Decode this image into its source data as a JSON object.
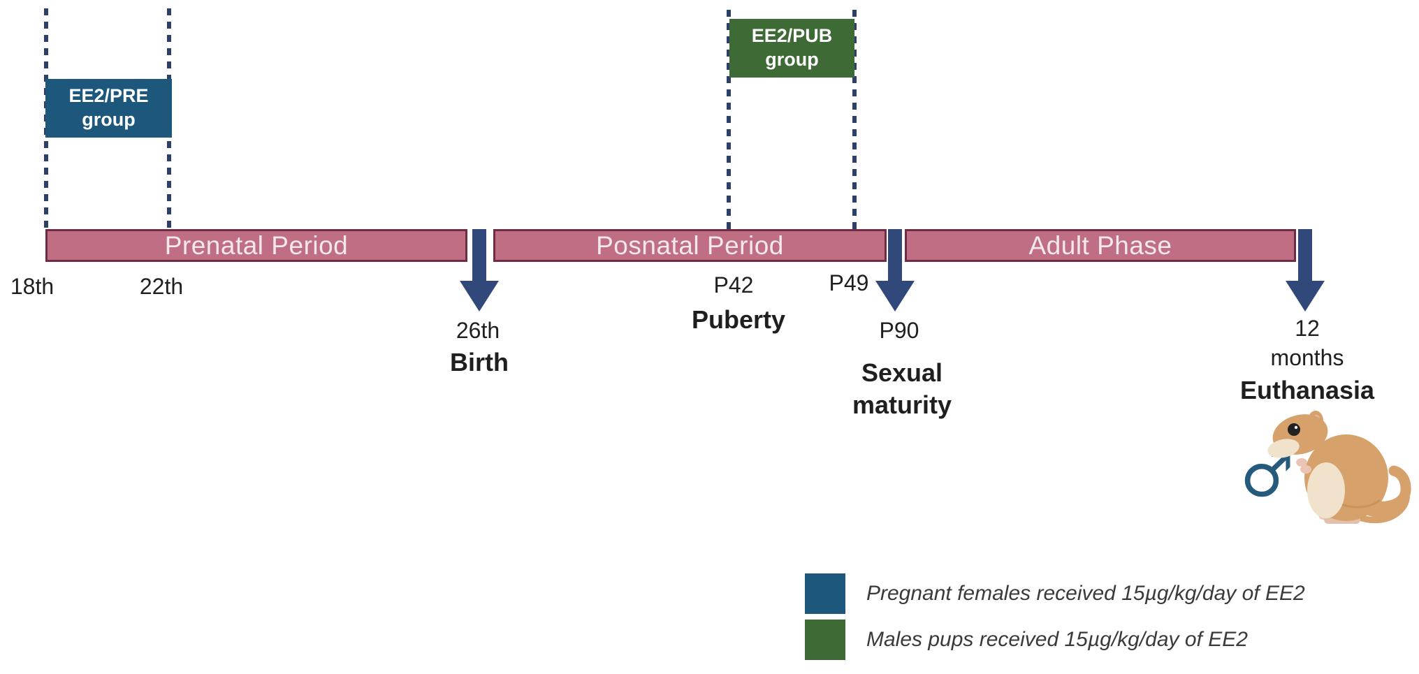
{
  "colors": {
    "navy_arrow": "#31497a",
    "dash_line": "#2c3f69",
    "bar_fill": "#c06e84",
    "bar_border": "#6e2d44",
    "blue_group": "#1d587c",
    "green_group": "#3e6b35",
    "legend_text": "#3a3a3a",
    "male_symbol": "#265a7c"
  },
  "exposure_boxes": [
    {
      "line1": "EE2/PRE",
      "line2": "group",
      "color": "#1d587c"
    },
    {
      "line1": "EE2/PUB",
      "line2": "group",
      "color": "#3e6b35"
    }
  ],
  "phase_bars": [
    {
      "label": "Prenatal Period"
    },
    {
      "label": "Posnatal Period"
    },
    {
      "label": "Adult Phase"
    }
  ],
  "timeline_labels": {
    "day18": "18th",
    "day22": "22th",
    "day26": "26th",
    "birth": "Birth",
    "p42": "P42",
    "puberty": "Puberty",
    "p49": "P49",
    "p90": "P90",
    "sexual_line1": "Sexual",
    "sexual_line2": "maturity",
    "twelve": "12",
    "months": "months",
    "euthanasia": "Euthanasia"
  },
  "male_symbol": "♂",
  "legend": [
    {
      "swatch_color": "#1d587c",
      "text": "Pregnant females received 15µg/kg/day of EE2"
    },
    {
      "swatch_color": "#3e6b35",
      "text": "Males pups received 15µg/kg/day of EE2"
    }
  ]
}
